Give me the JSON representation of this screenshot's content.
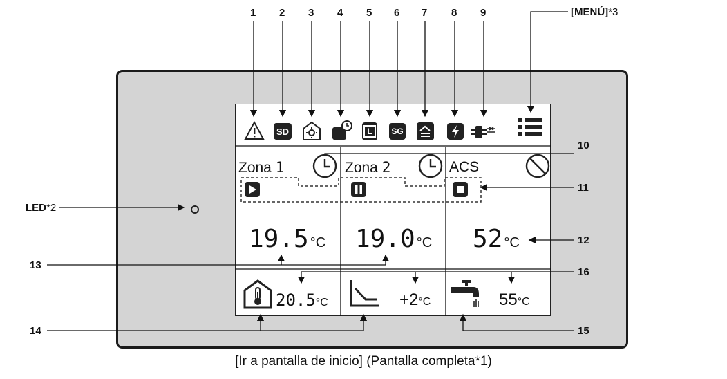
{
  "callouts": {
    "top": [
      "1",
      "2",
      "3",
      "4",
      "5",
      "6",
      "7",
      "8",
      "9"
    ],
    "menu_label": "[MENÚ]",
    "menu_suffix": "*3",
    "n10": "10",
    "n11": "11",
    "n12": "12",
    "n13": "13",
    "n14": "14",
    "n15": "15",
    "n16": "16",
    "led_label": "LED",
    "led_suffix": "*2"
  },
  "status_icons": [
    "warning-icon",
    "sd-card-icon",
    "defrost-icon",
    "timer-icon",
    "limit-icon",
    "smart-grid-icon",
    "energy-manager-icon",
    "electric-heater-icon",
    "heat-pump-icon"
  ],
  "status_icon_text": {
    "sd": "SD",
    "l": "L",
    "sg": "SG"
  },
  "zones": [
    {
      "label": "Zona ",
      "num": "1",
      "temp": "19.5",
      "unit": "°C",
      "status": "play"
    },
    {
      "label": "Zona ",
      "num": "2",
      "temp": "19.0",
      "unit": "°C",
      "status": "pause"
    },
    {
      "label": "ACS",
      "num": "",
      "temp": "52",
      "unit": "°C",
      "status": "stop"
    }
  ],
  "bottom": {
    "room_temp": "20.5",
    "room_unit": "°C",
    "curve_value": "+2",
    "curve_unit": "°C",
    "dhw_value": "55",
    "dhw_unit": "°C"
  },
  "caption": "[Ir a pantalla de inicio] (Pantalla completa*1)"
}
